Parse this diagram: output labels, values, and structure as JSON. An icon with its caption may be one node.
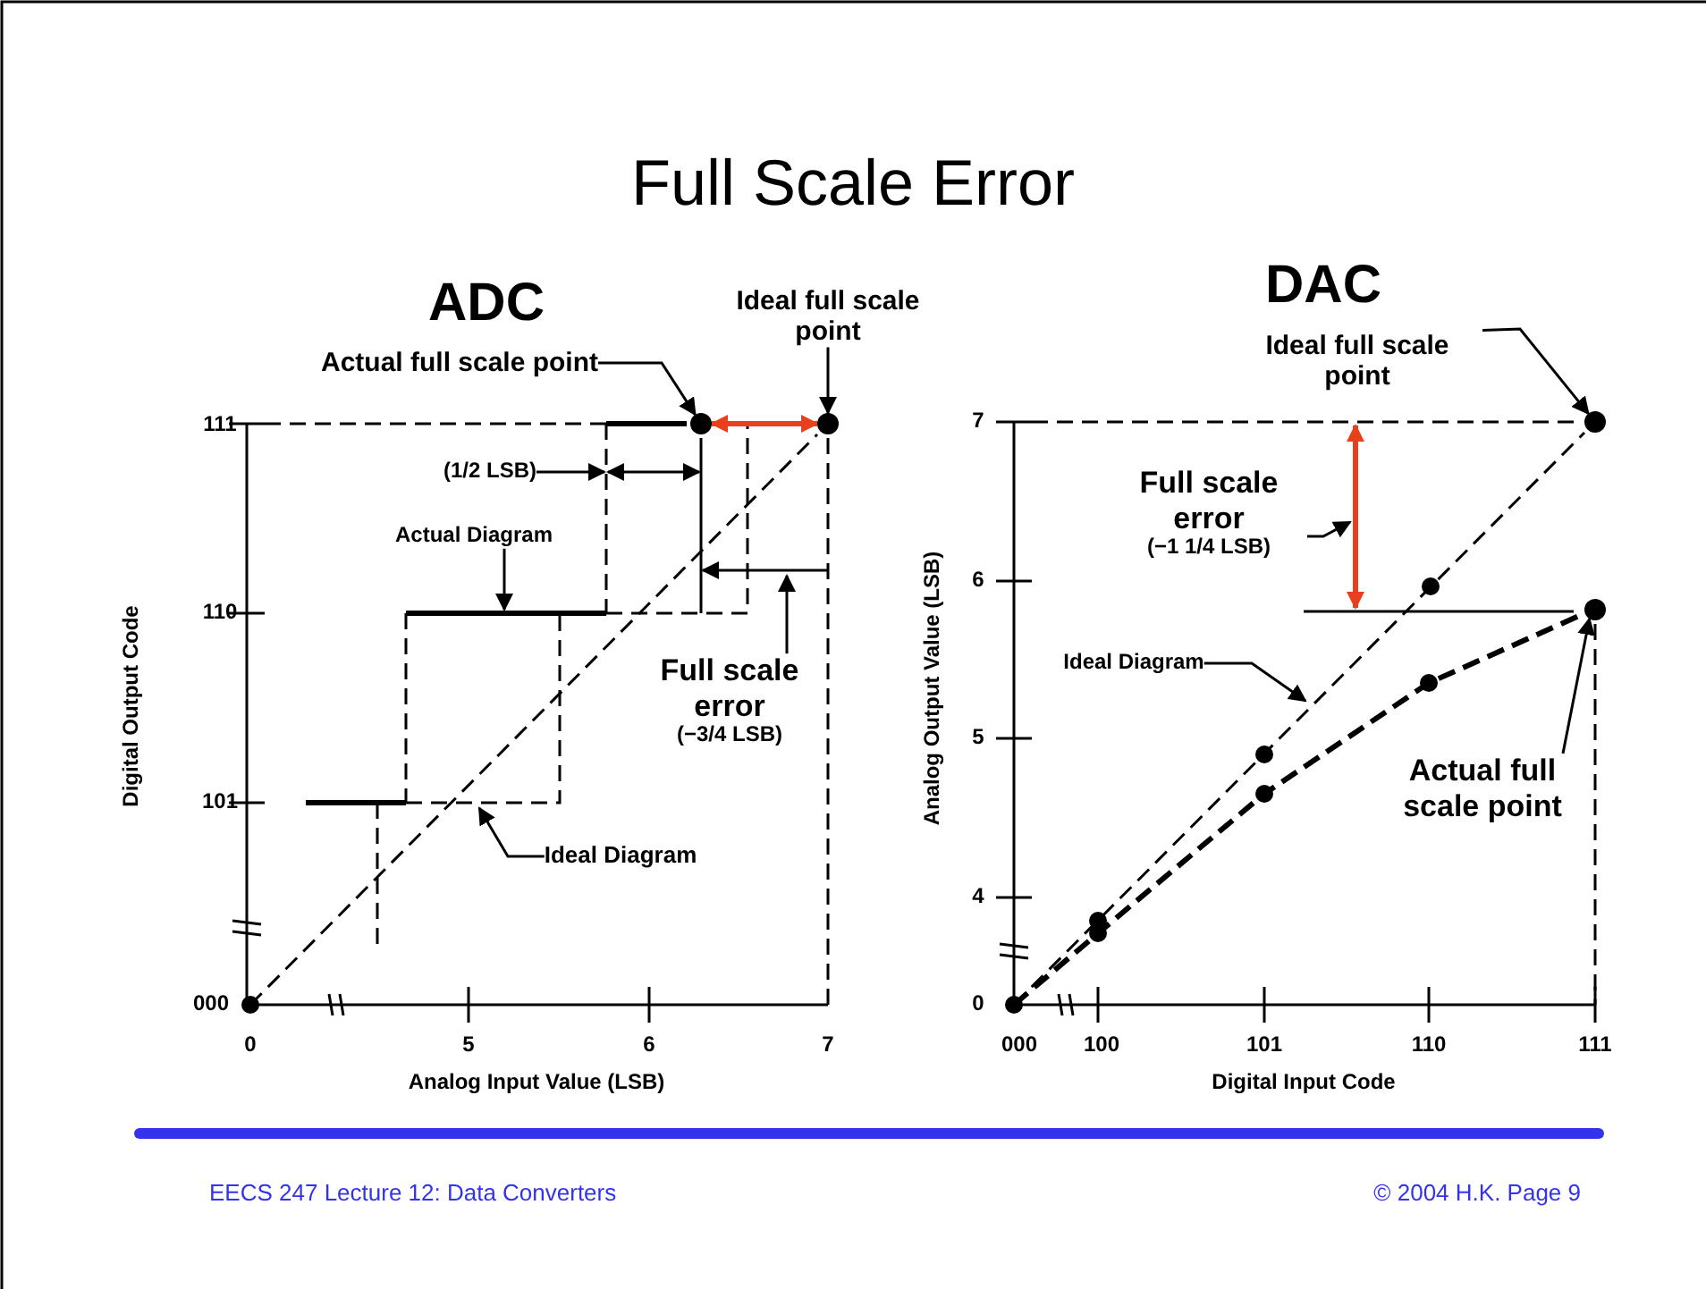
{
  "diagram": {
    "title": "Full Scale Error",
    "nodes": [
      {
        "text": [
          "Actual full scale point"
        ]
      },
      {
        "text": [
          "Ideal full scale point"
        ]
      },
      {
        "text": [],
        "shape": "circle"
      },
      {
        "text": [],
        "shape": "circle"
      },
      {
        "text": [
          "(1/2 LSB)"
        ]
      },
      {
        "text": [
          "Actual Diagram"
        ]
      },
      {
        "text": [
          "Full scale error",
          "(−3/4 LSB)"
        ]
      },
      {
        "text": [
          "Ideal Diagram"
        ]
      },
      {
        "text": [
          "Ideal full scale point"
        ]
      },
      {
        "text": [
          "Full scale error",
          "(−1 1/4 LSB)"
        ]
      },
      {
        "text": [
          "Ideal Diagram"
        ]
      },
      {
        "text": [
          "Actual full scale point"
        ]
      },
      {
        "text": [],
        "shape": "circle"
      },
      {
        "text": [],
        "shape": "circle"
      }
    ],
    "edges": [
      {
        "from": 0,
        "to": 2,
        "arrow": "to"
      },
      {
        "from": 1,
        "to": 3,
        "arrow": "to"
      },
      {
        "from": 2,
        "to": 3,
        "arrow": "both",
        "style": "thick",
        "color": "#e8401c"
      },
      {
        "from": 4,
        "to": null,
        "arrow": "to"
      },
      {
        "from": 5,
        "to": null,
        "arrow": "to"
      },
      {
        "from": 6,
        "to": null,
        "arrow": "to"
      },
      {
        "from": 7,
        "to": null,
        "arrow": "to"
      },
      {
        "from": 8,
        "to": 12,
        "arrow": "to"
      },
      {
        "from": 9,
        "to": null,
        "arrow": "to"
      },
      {
        "from": 10,
        "to": null,
        "arrow": "to"
      },
      {
        "from": 11,
        "to": 13,
        "arrow": "to"
      }
    ],
    "labels": [
      "ADC",
      "111",
      "110",
      "101",
      "000",
      "0",
      "5",
      "6",
      "7",
      "Digital Output Code",
      "Analog Input Value (LSB)",
      "DAC",
      "7",
      "6",
      "5",
      "4",
      "0",
      "000",
      "100",
      "101",
      "110",
      "111",
      "Analog Output Value (LSB)",
      "Digital Input Code",
      "EECS 247 Lecture 12:  Data Converters",
      "© 2004 H.K.  Page 9"
    ]
  }
}
